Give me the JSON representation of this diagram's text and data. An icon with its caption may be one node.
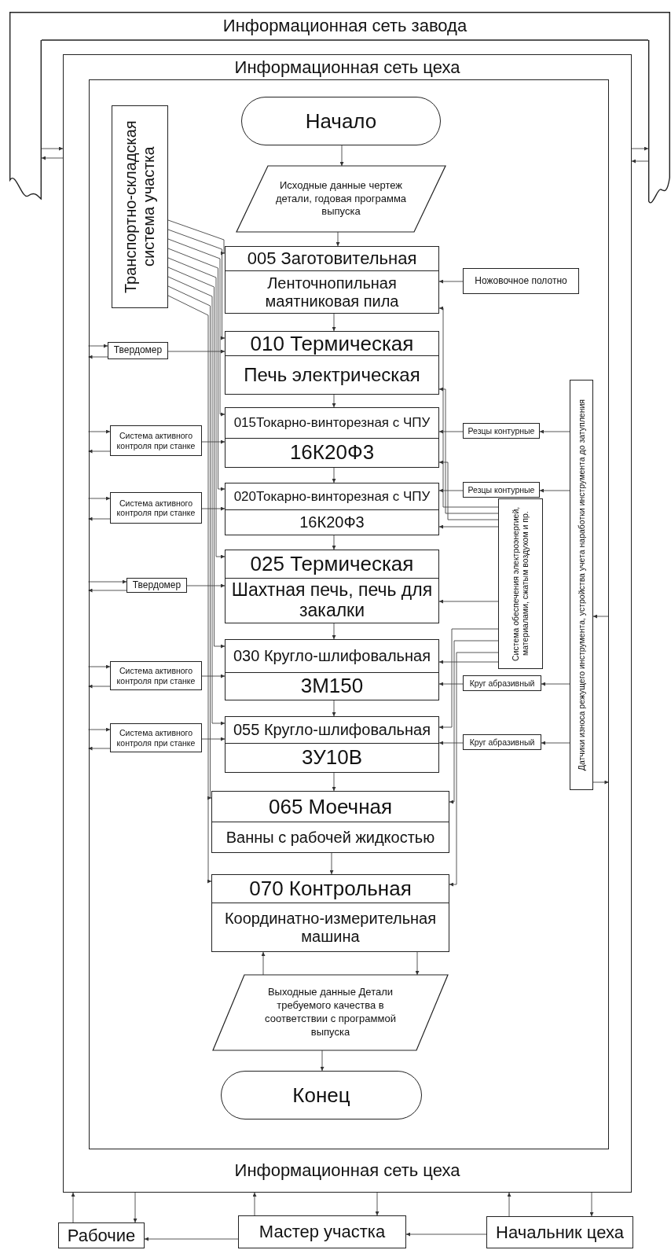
{
  "diagram": {
    "nodes": [
      {
        "text": [
          "Информационная сеть завода"
        ]
      },
      {
        "text": [
          "Информационная сеть цеха",
          "Информационная сеть цеха"
        ]
      },
      {
        "text": [],
        "shape": "box",
        "in": 1
      },
      {
        "text": [
          "Транспортно-складская система участка"
        ],
        "in": 2
      },
      {
        "text": [
          "Начало"
        ],
        "in": 2
      },
      {
        "text": [
          "Исходные данные чертеж детали, годовая программа выпуска"
        ],
        "in": 2
      },
      {
        "text": [
          "005 Заготовительная",
          "Ленточнопильная маятниковая пила"
        ],
        "in": 2
      },
      {
        "text": [
          "Ножовочное полотно"
        ],
        "in": 2
      },
      {
        "text": [
          "Твердомер"
        ],
        "in": 2
      },
      {
        "text": [
          "010 Термическая",
          "Печь электрическая"
        ],
        "in": 2
      },
      {
        "text": [
          "Система активного контроля при станке"
        ],
        "in": 2
      },
      {
        "text": [
          "015Токарно-винторезная с ЧПУ",
          "16К20Ф3"
        ],
        "in": 2
      },
      {
        "text": [
          "Резцы контурные"
        ],
        "in": 2
      },
      {
        "text": [
          "Резцы контурные"
        ],
        "in": 2
      },
      {
        "text": [
          "Система активного контроля при станке"
        ],
        "in": 2
      },
      {
        "text": [
          "020Токарно-винторезная с ЧПУ",
          "16К20Ф3"
        ],
        "in": 2
      },
      {
        "text": [
          "Система обеспечения электроэнергией, материалами, сжатым воздухом и пр."
        ],
        "in": 2
      },
      {
        "text": [
          "Датчики износа режущего инструмента, устройства учета наработки инструмента до затупления"
        ],
        "in": 2
      },
      {
        "text": [
          "Твердомер"
        ],
        "in": 2
      },
      {
        "text": [
          "025 Термическая",
          "Шахтная печь, печь для закалки"
        ],
        "in": 2
      },
      {
        "text": [
          "Система активного контроля при станке"
        ],
        "in": 2
      },
      {
        "text": [
          "030 Кругло-шлифовальная",
          "3М150"
        ],
        "in": 2
      },
      {
        "text": [
          "Круг абразивный"
        ],
        "in": 2
      },
      {
        "text": [
          "Система активного контроля при станке"
        ],
        "in": 2
      },
      {
        "text": [
          "055 Кругло-шлифовальная",
          "3У10В"
        ],
        "in": 2
      },
      {
        "text": [
          "Круг абразивный"
        ],
        "in": 2
      },
      {
        "text": [
          "065 Моечная",
          "Ванны с рабочей жидкостью"
        ],
        "in": 2
      },
      {
        "text": [
          "070 Контрольная",
          "Координатно-измерительная машина"
        ],
        "in": 2
      },
      {
        "text": [
          "Выходные данные Детали требуемого качества в соответствии с программой выпуска"
        ],
        "in": 2
      },
      {
        "text": [
          "Конец"
        ],
        "in": 2
      },
      {
        "text": [
          "Рабочие"
        ]
      },
      {
        "text": [
          "Мастер участка"
        ]
      },
      {
        "text": [
          "Начальник цеха"
        ]
      },
      {
        "text": [],
        "shape": "bar"
      },
      {
        "text": [],
        "shape": "bar"
      }
    ],
    "edges": [
      {
        "from": 33,
        "to": 1,
        "arrow": "to"
      },
      {
        "from": 1,
        "to": 33,
        "arrow": "to"
      },
      {
        "from": 1,
        "to": 34,
        "arrow": "to"
      },
      {
        "from": 34,
        "to": 1,
        "arrow": "to"
      },
      {
        "from": 4,
        "to": 5,
        "arrow": "to"
      },
      {
        "from": 5,
        "to": 6,
        "arrow": "to"
      },
      {
        "from": 6,
        "to": 9,
        "arrow": "to"
      },
      {
        "from": 9,
        "to": 11,
        "arrow": "to"
      },
      {
        "from": 11,
        "to": 15,
        "arrow": "to"
      },
      {
        "from": 15,
        "to": 19,
        "arrow": "to"
      },
      {
        "from": 19,
        "to": 21,
        "arrow": "to"
      },
      {
        "from": 21,
        "to": 24,
        "arrow": "to"
      },
      {
        "from": 24,
        "to": 26,
        "arrow": "to"
      },
      {
        "from": 26,
        "to": 27,
        "arrow": "to"
      },
      {
        "from": 27,
        "to": 28,
        "arrow": "to"
      },
      {
        "from": 28,
        "to": 27,
        "arrow": "to"
      },
      {
        "from": 28,
        "to": 29,
        "arrow": "to"
      },
      {
        "from": 7,
        "to": 6,
        "arrow": "to"
      },
      {
        "from": 8,
        "to": 9,
        "arrow": "to"
      },
      {
        "from": 2,
        "to": 8,
        "arrow": "to"
      },
      {
        "from": 8,
        "to": 2,
        "arrow": "to"
      },
      {
        "from": 10,
        "to": 11,
        "arrow": "to"
      },
      {
        "from": 2,
        "to": 10,
        "arrow": "to"
      },
      {
        "from": 10,
        "to": 2,
        "arrow": "to"
      },
      {
        "from": 12,
        "to": 11,
        "arrow": "to"
      },
      {
        "from": 13,
        "to": 15,
        "arrow": "to"
      },
      {
        "from": 14,
        "to": 15,
        "arrow": "to"
      },
      {
        "from": 2,
        "to": 14,
        "arrow": "to"
      },
      {
        "from": 14,
        "to": 2,
        "arrow": "to"
      },
      {
        "from": 18,
        "to": 19,
        "arrow": "to"
      },
      {
        "from": 2,
        "to": 18,
        "arrow": "to"
      },
      {
        "from": 18,
        "to": 2,
        "arrow": "to"
      },
      {
        "from": 20,
        "to": 21,
        "arrow": "to"
      },
      {
        "from": 2,
        "to": 20,
        "arrow": "to"
      },
      {
        "from": 20,
        "to": 2,
        "arrow": "to"
      },
      {
        "from": 22,
        "to": 21,
        "arrow": "to"
      },
      {
        "from": 23,
        "to": 24,
        "arrow": "to"
      },
      {
        "from": 2,
        "to": 23,
        "arrow": "to"
      },
      {
        "from": 23,
        "to": 2,
        "arrow": "to"
      },
      {
        "from": 25,
        "to": 24,
        "arrow": "to"
      },
      {
        "from": 17,
        "to": 12,
        "arrow": "to"
      },
      {
        "from": 17,
        "to": 13,
        "arrow": "to"
      },
      {
        "from": 17,
        "to": 22,
        "arrow": "to"
      },
      {
        "from": 17,
        "to": 25,
        "arrow": "to"
      },
      {
        "from": 2,
        "to": 17,
        "arrow": "to"
      },
      {
        "from": 17,
        "to": 2,
        "arrow": "to"
      },
      {
        "from": 3,
        "to": 6,
        "arrow": "to"
      },
      {
        "from": 3,
        "to": 9,
        "arrow": "to"
      },
      {
        "from": 3,
        "to": 11,
        "arrow": "to"
      },
      {
        "from": 3,
        "to": 15,
        "arrow": "to"
      },
      {
        "from": 3,
        "to": 19,
        "arrow": "to"
      },
      {
        "from": 3,
        "to": 21,
        "arrow": "to"
      },
      {
        "from": 3,
        "to": 24,
        "arrow": "to"
      },
      {
        "from": 3,
        "to": 26,
        "arrow": "to"
      },
      {
        "from": 3,
        "to": 27,
        "arrow": "to"
      },
      {
        "from": 16,
        "to": 6,
        "arrow": "to"
      },
      {
        "from": 16,
        "to": 9,
        "arrow": "to"
      },
      {
        "from": 16,
        "to": 11,
        "arrow": "to"
      },
      {
        "from": 16,
        "to": 15,
        "arrow": "to"
      },
      {
        "from": 16,
        "to": 19,
        "arrow": "to"
      },
      {
        "from": 16,
        "to": 21,
        "arrow": "to"
      },
      {
        "from": 16,
        "to": 24,
        "arrow": "to"
      },
      {
        "from": 16,
        "to": 26,
        "arrow": "to"
      },
      {
        "from": 16,
        "to": 27,
        "arrow": "to"
      },
      {
        "from": 30,
        "to": 1,
        "arrow": "to"
      },
      {
        "from": 1,
        "to": 30,
        "arrow": "to"
      },
      {
        "from": 31,
        "to": 1,
        "arrow": "to"
      },
      {
        "from": 1,
        "to": 31,
        "arrow": "to"
      },
      {
        "from": 32,
        "to": 1,
        "arrow": "to"
      },
      {
        "from": 1,
        "to": 32,
        "arrow": "to"
      },
      {
        "from": 32,
        "to": 31,
        "arrow": "to"
      },
      {
        "from": 31,
        "to": 30,
        "arrow": "to"
      }
    ]
  }
}
